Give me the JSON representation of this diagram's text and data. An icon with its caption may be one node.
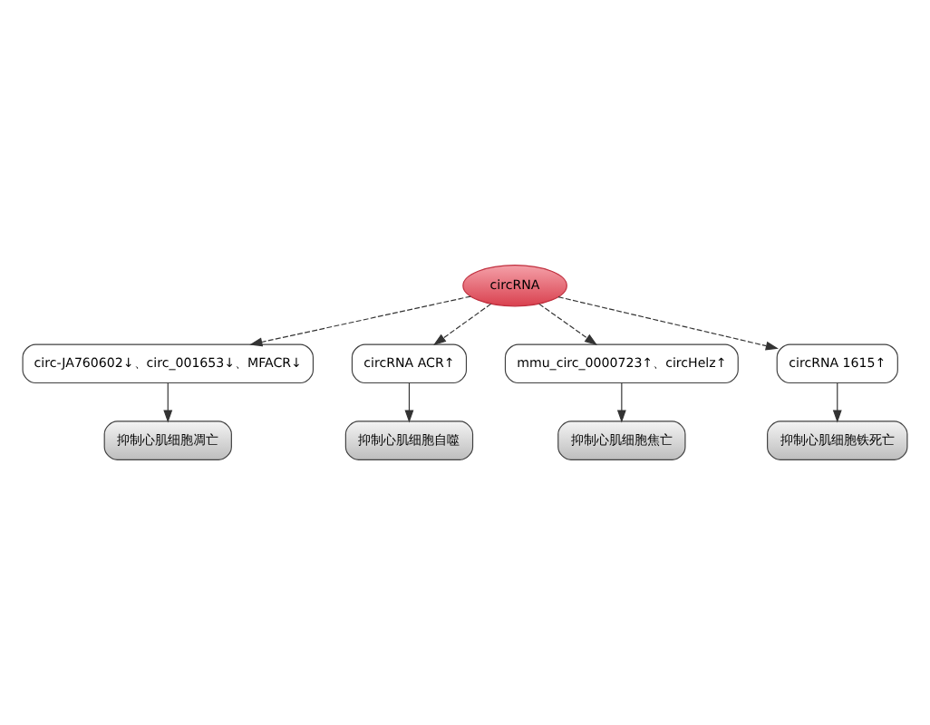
{
  "diagram": {
    "nodes": [
      {
        "text": [
          "circRNA"
        ]
      },
      {
        "text": [
          "circ-JA760602↓、circ_001653↓、MFACR↓"
        ]
      },
      {
        "text": [
          "抑制心肌细胞凋亡"
        ]
      },
      {
        "text": [
          "circRNA ACR↑"
        ]
      },
      {
        "text": [
          "抑制心肌细胞自噬"
        ]
      },
      {
        "text": [
          "mmu_circ_0000723↑、circHelz↑"
        ]
      },
      {
        "text": [
          "抑制心肌细胞焦亡"
        ]
      },
      {
        "text": [
          "circRNA 1615↑"
        ]
      },
      {
        "text": [
          "抑制心肌细胞铁死亡"
        ]
      }
    ],
    "edges": [
      {
        "from": 0,
        "to": 1,
        "arrow": "to",
        "style": "dashed"
      },
      {
        "from": 0,
        "to": 3,
        "arrow": "to",
        "style": "dashed"
      },
      {
        "from": 0,
        "to": 5,
        "arrow": "to",
        "style": "dashed"
      },
      {
        "from": 0,
        "to": 7,
        "arrow": "to",
        "style": "dashed"
      },
      {
        "from": 1,
        "to": 2,
        "arrow": "to"
      },
      {
        "from": 3,
        "to": 4,
        "arrow": "to"
      },
      {
        "from": 5,
        "to": 6,
        "arrow": "to"
      },
      {
        "from": 7,
        "to": 8,
        "arrow": "to"
      }
    ]
  }
}
